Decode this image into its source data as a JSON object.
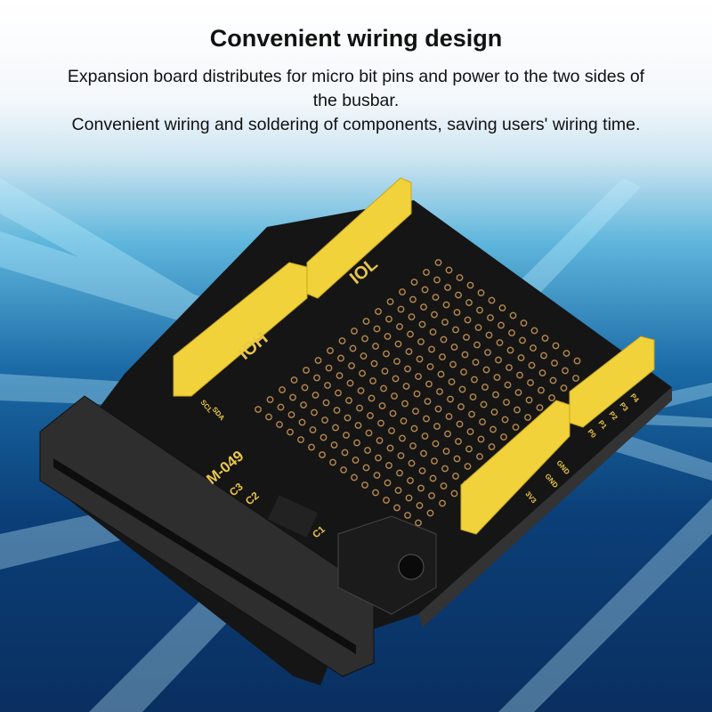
{
  "header": {
    "title": "Convenient wiring design",
    "lines": [
      "Expansion board distributes for micro bit pins and power to the two sides of",
      "the busbar.",
      "Convenient wiring and soldering of components, saving users' wiring time."
    ]
  },
  "board": {
    "labels": {
      "model": "M-049",
      "ioh": "IOH",
      "iol": "IOL",
      "c1": "C1",
      "c2": "C2",
      "c3": "C3",
      "sda": "SDA",
      "scl": "SCL",
      "gnd1": "GND",
      "gnd2": "GND",
      "v33": "3V3",
      "p0": "P0",
      "p1": "P1",
      "p2": "P2",
      "p3": "P3",
      "p4": "P4"
    },
    "colors": {
      "pcb": "#151515",
      "header": "#f2d23a",
      "silkscreen": "#e9c64a",
      "connector": "#2e2e2e",
      "pad": "#b88a4a"
    }
  }
}
